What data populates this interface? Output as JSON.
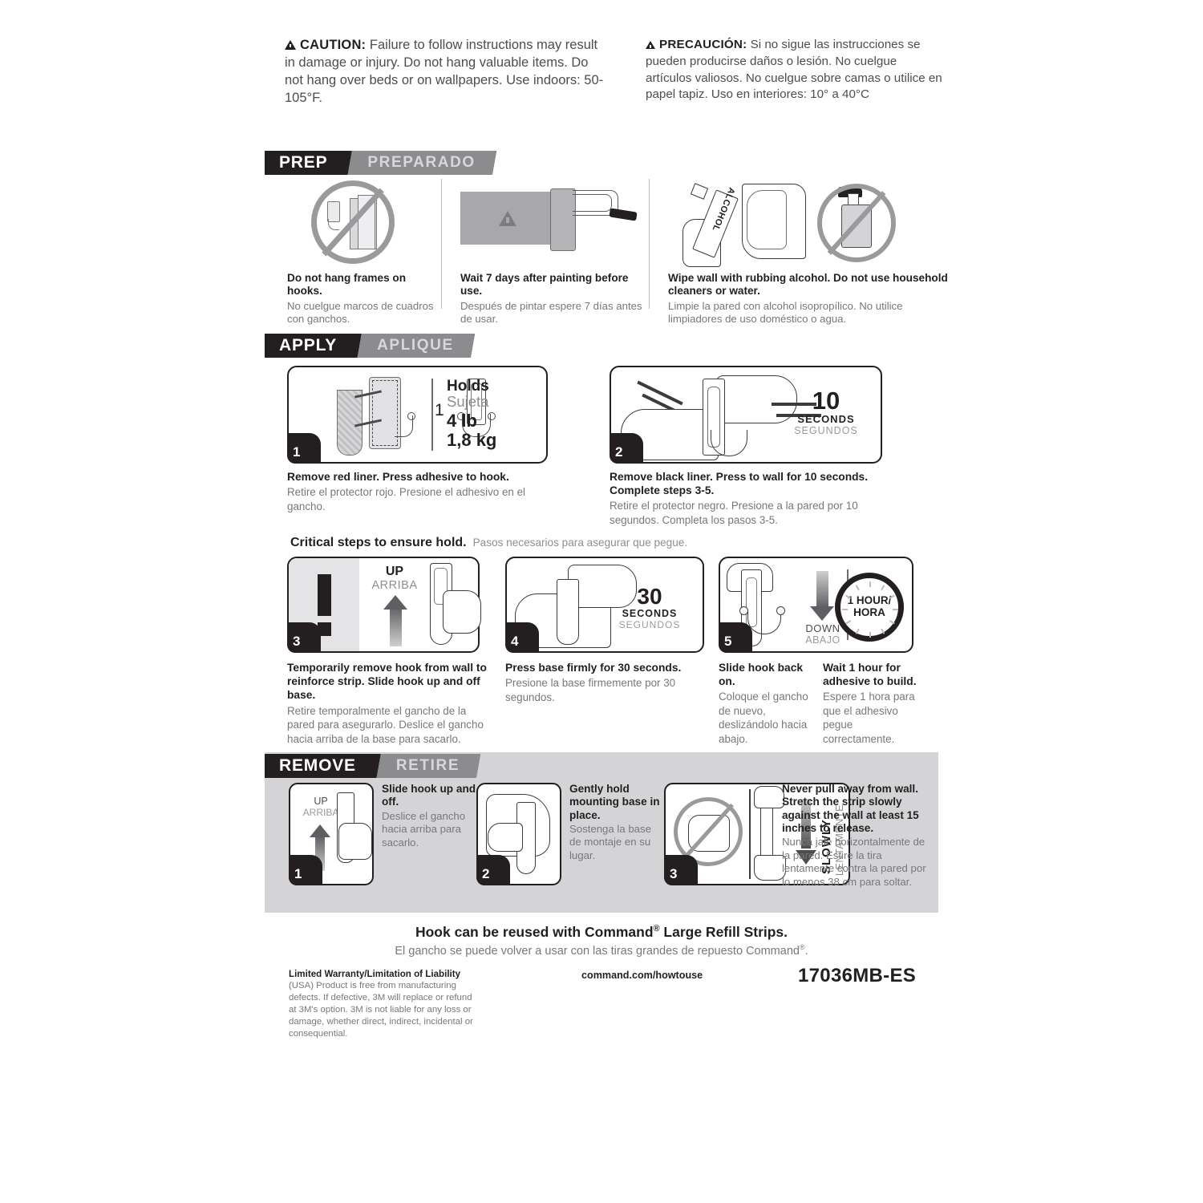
{
  "caution": {
    "en": {
      "lead": "CAUTION:",
      "body": "Failure to follow instructions may result in damage or injury. Do not hang valuable items. Do not hang over beds or on wallpapers. Use indoors: 50-105°F."
    },
    "es": {
      "lead": "PRECAUCIÓN:",
      "body": "Si no sigue las instrucciones se pueden producirse daños o lesión. No cuelgue artículos valiosos. No cuelgue sobre camas o utilice en papel tapiz. Uso en interiores: 10° a 40°C"
    }
  },
  "prep": {
    "banner_en": "PREP",
    "banner_es": "PREPARADO",
    "items": [
      {
        "en": "Do not hang frames on hooks.",
        "es": "No cuelgue marcos de cuadros con ganchos."
      },
      {
        "en": "Wait 7 days after painting before use.",
        "es": "Después de pintar espere 7 días antes de usar."
      },
      {
        "en": "Wipe wall with rubbing alcohol. Do not use household cleaners or water.",
        "es": "Limpie la pared con alcohol isopropílico. No utilice limpiadores de uso doméstico o agua.",
        "bottle_label": "ALCOHOL"
      }
    ]
  },
  "apply": {
    "banner_en": "APPLY",
    "banner_es": "APLIQUE",
    "step1": {
      "number": "1",
      "en": "Remove red liner. Press adhesive to hook.",
      "es": "Retire el protector rojo. Presione el adhesivo en el gancho.",
      "holds_qty": "1",
      "holds_en": "Holds",
      "holds_es": "Sujeta",
      "weight_lb": "4 lb",
      "weight_kg": "1,8 kg"
    },
    "step2": {
      "number": "2",
      "en": "Remove black liner. Press to wall for 10 seconds. Complete steps 3-5.",
      "es": "Retire el protector negro. Presione a la pared por 10 segundos. Completa los pasos 3-5.",
      "timer_value": "10",
      "timer_unit_en": "SECONDS",
      "timer_unit_es": "SEGUNDOS"
    }
  },
  "critical": {
    "heading_en": "Critical steps to ensure hold.",
    "heading_es": "Pasos necesarios para asegurar que pegue.",
    "step3": {
      "number": "3",
      "dir_en": "UP",
      "dir_es": "ARRIBA",
      "en": "Temporarily remove hook from wall to reinforce strip. Slide hook up and off base.",
      "es": "Retire temporalmente el gancho de la pared para asegurarlo. Deslice el gancho hacia arriba de la base para sacarlo."
    },
    "step4": {
      "number": "4",
      "timer_value": "30",
      "timer_unit_en": "SECONDS",
      "timer_unit_es": "SEGUNDOS",
      "en": "Press base firmly for 30 seconds.",
      "es": "Presione la base firmemente por 30 segundos."
    },
    "step5": {
      "number": "5",
      "dir_en": "DOWN",
      "dir_es": "ABAJO",
      "clock_line1": "1 HOUR/",
      "clock_line2": "HORA",
      "en": "Slide hook back on.",
      "es": "Coloque el gancho de nuevo, deslizándolo hacia abajo.",
      "wait_en": "Wait 1 hour for adhesive to build.",
      "wait_es": "Espere 1 hora para que el adhesivo pegue correctamente."
    }
  },
  "remove": {
    "banner_en": "REMOVE",
    "banner_es": "RETIRE",
    "step1": {
      "number": "1",
      "dir_en": "UP",
      "dir_es": "ARRIBA",
      "en": "Slide hook up and off.",
      "es": "Deslice el gancho hacia arriba para sacarlo."
    },
    "step2": {
      "number": "2",
      "en": "Gently hold mounting base in place.",
      "es": "Sostenga la base de montaje en su lugar."
    },
    "step3": {
      "number": "3",
      "slowly_en": "SLOWLY",
      "slowly_es": "LENTAMENTE",
      "en": "Never pull away from wall. Stretch the strip slowly against the wall at least 15 inches to release.",
      "es": "Nunca jale horizontalmente de la pared. Estire la tira lentamente contra la pared por lo menos 38 cm para soltar."
    }
  },
  "footer": {
    "reuse_en_part1": "Hook can be reused with Command",
    "reuse_en_part2": " Large Refill Strips.",
    "reuse_es_part1": "El gancho se puede volver a usar con las tiras grandes de repuesto Command",
    "reuse_es_part2": ".",
    "warranty_title": "Limited Warranty/Limitation of Liability",
    "warranty_body": "(USA) Product is free from manufacturing defects. If defective, 3M will replace or refund at 3M's option. 3M is not liable for any loss or damage, whether direct, indirect, incidental or consequential.",
    "url": "command.com/howtouse",
    "sku": "17036MB-ES"
  }
}
